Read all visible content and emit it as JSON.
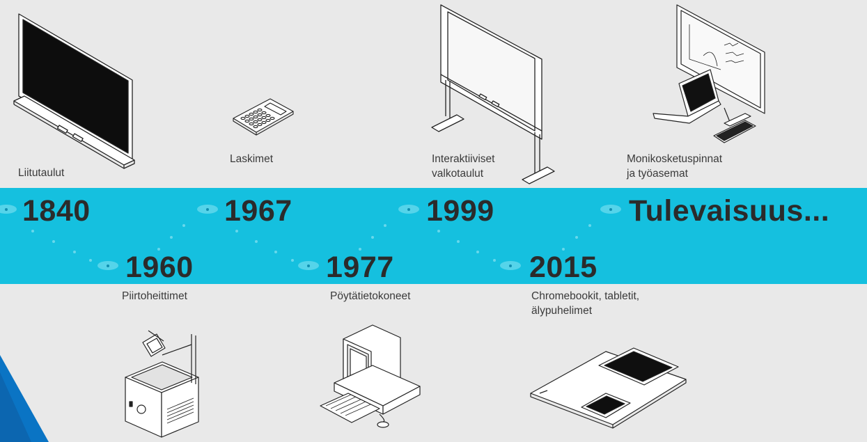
{
  "top_row": [
    {
      "year": "1840",
      "caption": [
        "Liitutaulut"
      ],
      "icon": "chalkboard-icon"
    },
    {
      "year": "1967",
      "caption": [
        "Laskimet"
      ],
      "icon": "calculator-icon"
    },
    {
      "year": "1999",
      "caption": [
        "Interaktiiviset",
        "valkotaulut"
      ],
      "icon": "interactive-whiteboard-icon"
    },
    {
      "year": "Tulevaisuus...",
      "caption": [
        "Monikosketuspinnat",
        "ja työasemat"
      ],
      "icon": "multitouch-workstation-icon"
    }
  ],
  "bottom_row": [
    {
      "year": "1960",
      "caption": [
        "Piirtoheittimet"
      ],
      "icon": "overhead-projector-icon"
    },
    {
      "year": "1977",
      "caption": [
        "Pöytätietokoneet"
      ],
      "icon": "desktop-computer-icon"
    },
    {
      "year": "2015",
      "caption": [
        "Chromebookit, tabletit,",
        "älypuhelimet"
      ],
      "icon": "laptop-tablet-phone-icon"
    }
  ],
  "colors": {
    "background": "#e9e9e9",
    "band": "#15c0df",
    "dot": "#55d4ea",
    "corner_accent": "#0a74c4",
    "year_text": "#2b2b2b"
  }
}
